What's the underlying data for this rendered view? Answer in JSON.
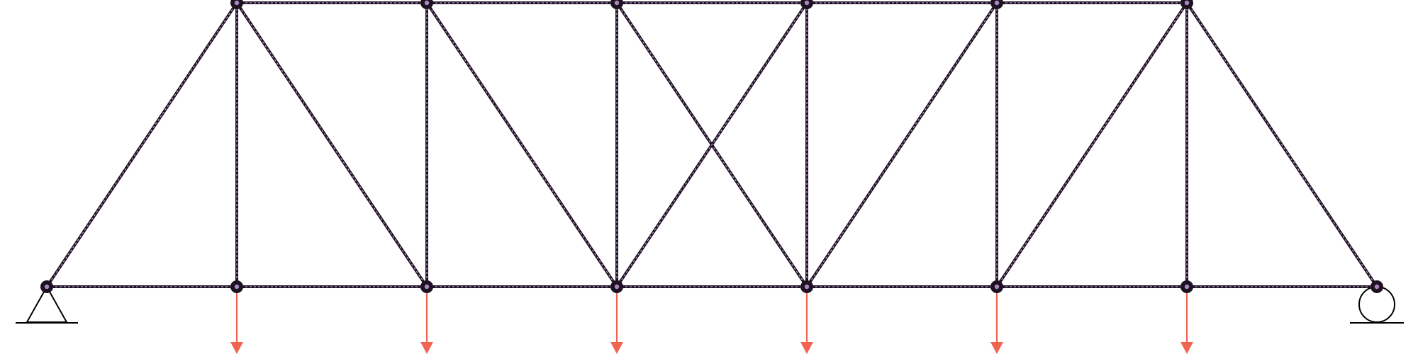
{
  "diagram": {
    "type": "truss",
    "colors": {
      "member": "#1e1222",
      "member_dash": "#b39ac6",
      "joint": "#1e1222",
      "joint_center": "#a888c0",
      "load_arrow": "#f26452",
      "support": "#000000",
      "background": "#ffffff"
    },
    "panels": 7,
    "joints": [
      {
        "id": "L0"
      },
      {
        "id": "L1"
      },
      {
        "id": "L2"
      },
      {
        "id": "L3"
      },
      {
        "id": "L4"
      },
      {
        "id": "L5"
      },
      {
        "id": "L6"
      },
      {
        "id": "L7"
      },
      {
        "id": "U1"
      },
      {
        "id": "U2"
      },
      {
        "id": "U3"
      },
      {
        "id": "U4"
      },
      {
        "id": "U5"
      },
      {
        "id": "U6"
      }
    ],
    "members": [
      [
        "L0",
        "L1"
      ],
      [
        "L1",
        "L2"
      ],
      [
        "L2",
        "L3"
      ],
      [
        "L3",
        "L4"
      ],
      [
        "L4",
        "L5"
      ],
      [
        "L5",
        "L6"
      ],
      [
        "L6",
        "L7"
      ],
      [
        "U1",
        "U2"
      ],
      [
        "U2",
        "U3"
      ],
      [
        "U3",
        "U4"
      ],
      [
        "U4",
        "U5"
      ],
      [
        "U5",
        "U6"
      ],
      [
        "L0",
        "U1"
      ],
      [
        "U6",
        "L7"
      ],
      [
        "L1",
        "U1"
      ],
      [
        "L2",
        "U2"
      ],
      [
        "L3",
        "U3"
      ],
      [
        "L4",
        "U4"
      ],
      [
        "L5",
        "U5"
      ],
      [
        "L6",
        "U6"
      ],
      [
        "U1",
        "L2"
      ],
      [
        "U2",
        "L3"
      ],
      [
        "U3",
        "L4"
      ],
      [
        "L3",
        "U4"
      ],
      [
        "L4",
        "U5"
      ],
      [
        "L5",
        "U6"
      ]
    ],
    "supports": [
      {
        "joint": "L0",
        "type": "pin",
        "icon": "pin-support-icon"
      },
      {
        "joint": "L7",
        "type": "roller",
        "icon": "roller-support-icon"
      }
    ],
    "loads": [
      {
        "joint": "L1",
        "direction": "down"
      },
      {
        "joint": "L2",
        "direction": "down"
      },
      {
        "joint": "L3",
        "direction": "down"
      },
      {
        "joint": "L4",
        "direction": "down"
      },
      {
        "joint": "L5",
        "direction": "down"
      },
      {
        "joint": "L6",
        "direction": "down"
      }
    ]
  }
}
